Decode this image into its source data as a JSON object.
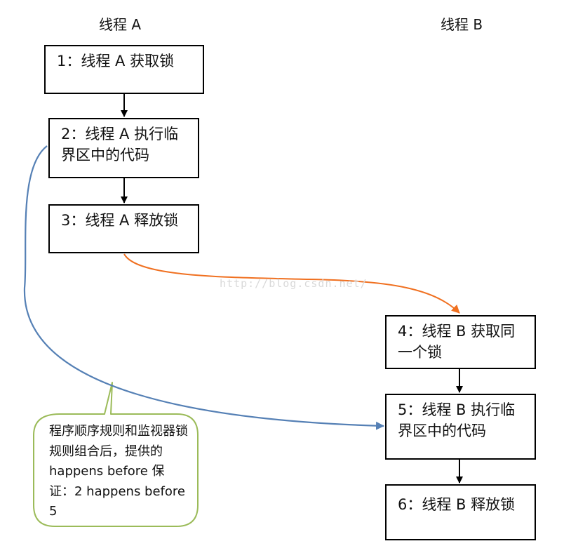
{
  "headers": {
    "thread_a": "线程 A",
    "thread_b": "线程 B"
  },
  "steps": [
    {
      "label": "1：线程 A 获取锁"
    },
    {
      "label": "2：线程 A 执行临界区中的代码"
    },
    {
      "label": "3：线程 A 释放锁"
    },
    {
      "label": "4：线程 B 获取同一个锁"
    },
    {
      "label": "5：线程 B 执行临界区中的代码"
    },
    {
      "label": "6：线程 B 释放锁"
    }
  ],
  "note": {
    "text": "程序顺序规则和监视器锁规则组合后，提供的 happens before 保证：2 happens before 5"
  },
  "watermark": "http://blog.csdn.net/",
  "colors": {
    "box_border": "#000000",
    "arrow_black": "#000000",
    "arrow_orange": "#f07020",
    "arrow_blue": "#5580b5",
    "callout_border": "#9bbb59"
  }
}
